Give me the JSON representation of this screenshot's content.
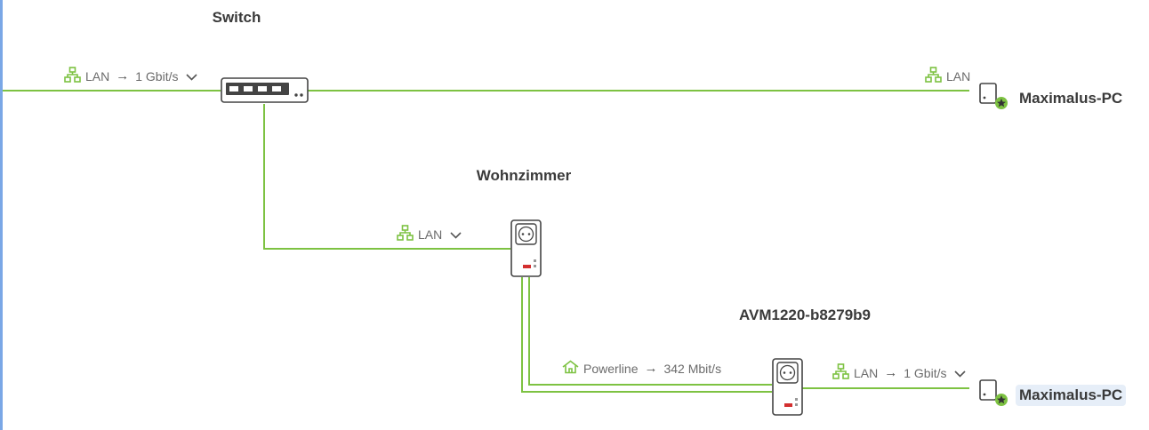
{
  "colors": {
    "line": "#7dc242",
    "accent_bar": "#7aa7e6",
    "led": "#d32f2f",
    "active_bg": "#e6eef8"
  },
  "nodes": {
    "switch": {
      "title": "Switch"
    },
    "wohnzimmer": {
      "title": "Wohnzimmer"
    },
    "avm": {
      "title": "AVM1220-b8279b9"
    }
  },
  "connections": {
    "uplink": {
      "type": "LAN",
      "speed": "1 Gbit/s",
      "icon": "network-icon"
    },
    "switch_pc": {
      "type": "LAN",
      "icon": "network-icon"
    },
    "switch_wohnzimmer": {
      "type": "LAN",
      "icon": "network-icon"
    },
    "powerline": {
      "type": "Powerline",
      "speed": "342 Mbit/s",
      "icon": "house-icon"
    },
    "avm_pc": {
      "type": "LAN",
      "speed": "1 Gbit/s",
      "icon": "network-icon"
    }
  },
  "clients": {
    "pc1": {
      "name": "Maximalus-PC",
      "icon": "pc-icon"
    },
    "pc2": {
      "name": "Maximalus-PC",
      "icon": "pc-icon"
    }
  }
}
